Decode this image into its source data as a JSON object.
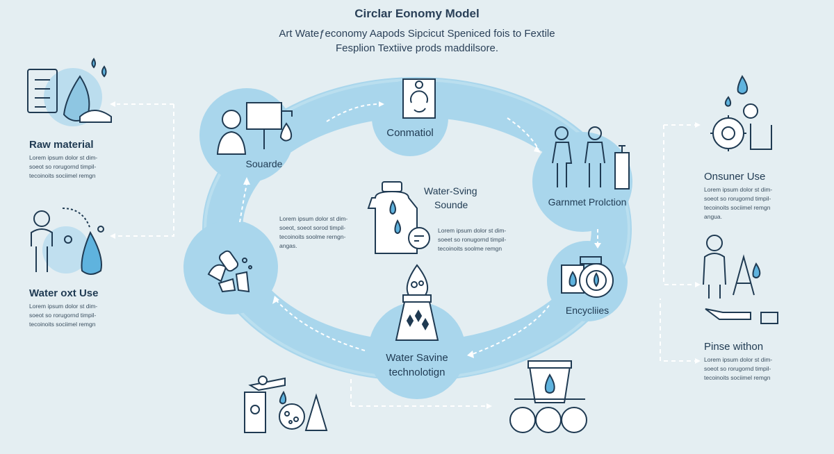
{
  "header": {
    "title": "Circlar Eonomy Model",
    "subtitle_lines": [
      "Art Wateƒeconomy Aapods Sipcicut Speniced fois to Fextile",
      "Fesplion Textiive prods maddilsore."
    ]
  },
  "left_panel": {
    "raw_material": {
      "heading": "Raw material",
      "lines": [
        "Lorem ipsum dolor st dim-",
        "soeot so rorugornd timpil-",
        "tecoinoits sociimel remgn"
      ]
    },
    "water_use": {
      "heading": "Water oxt Use",
      "lines": [
        "Lorem ipsum dolor st dim-",
        "soeot so rorugornd timpil-",
        "tecoinoits sociimel remgn"
      ]
    }
  },
  "right_panel": {
    "consumer_use": {
      "heading": "Onsuner Use",
      "lines": [
        "Lorem ipsum dolor st dim-",
        "soeot so rorugornd timpil-",
        "tecoinoits sociimel remgn",
        "angua."
      ]
    },
    "pinse_within": {
      "heading": "Pinse withon",
      "lines": [
        "Lorem ipsum dolor st dim-",
        "soeot so rorugornd timpil-",
        "tecoinoits sociimel remgn"
      ]
    }
  },
  "cycle": {
    "source": "Souarde",
    "conmation": "Conmatiol",
    "garment": "Garnmet Prolction",
    "encyclies": "Encycliies",
    "water_saving_tech": [
      "Water Savine",
      "technolotign"
    ]
  },
  "center": {
    "heading_lines": [
      "Water-Sving",
      "Sounde"
    ],
    "left_text": [
      "Lorem ipsum dolor st dim-",
      "soeot, soeot sorod timpil-",
      "tecoinoits soolme rerngn-",
      "angas."
    ],
    "right_text": [
      "Lorem ipsum dolor st dim-",
      "soeet so ronugornd timpil-",
      "tecoinoits soolme remgn"
    ]
  },
  "colors": {
    "ring": "#a9d6ec",
    "ring_dark": "#8ec6e2",
    "icon_stroke": "#1f3a52",
    "water": "#5fb3de",
    "background": "#e4eef2"
  }
}
